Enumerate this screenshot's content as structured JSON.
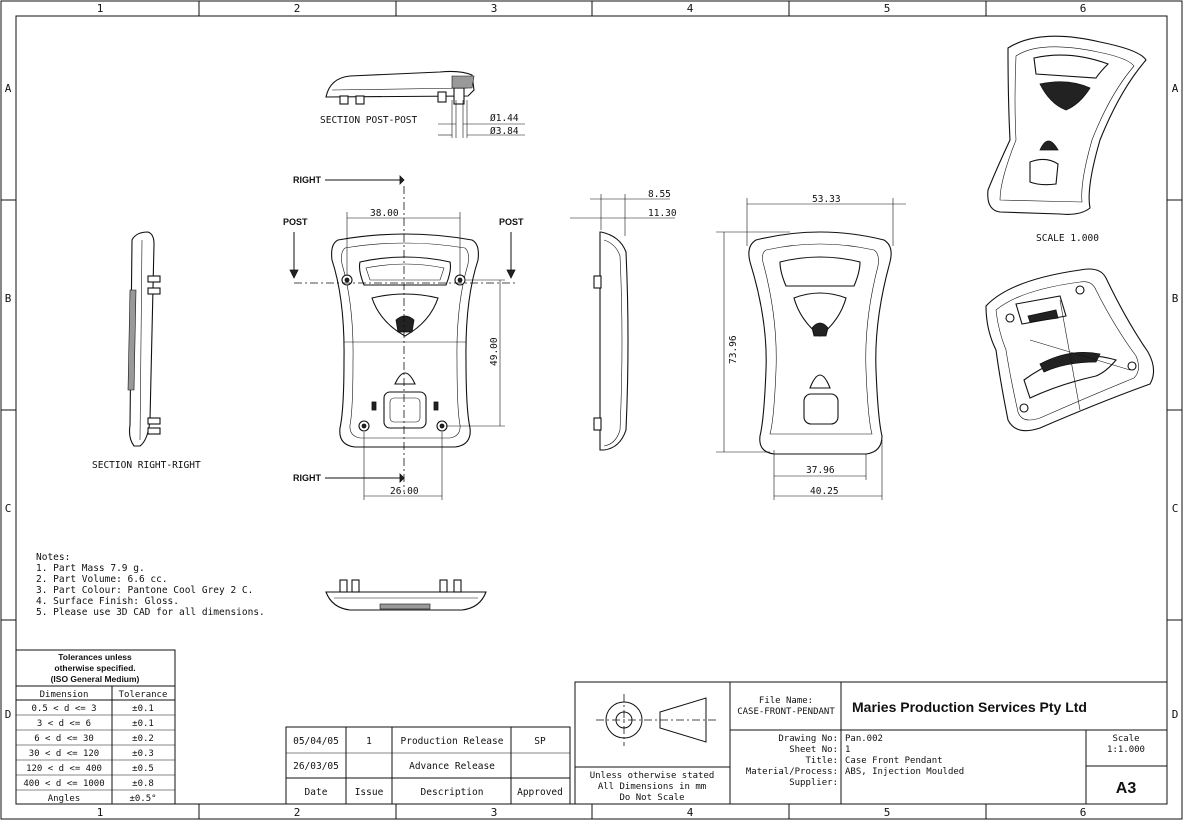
{
  "zones": {
    "cols": [
      "1",
      "2",
      "3",
      "4",
      "5",
      "6"
    ],
    "rows": [
      "A",
      "B",
      "C",
      "D"
    ]
  },
  "views": {
    "section_post": "SECTION  POST-POST",
    "section_right": "SECTION  RIGHT-RIGHT",
    "scale_label": "SCALE  1.000"
  },
  "callouts": {
    "right": "RIGHT",
    "post": "POST"
  },
  "dimensions": {
    "d_hole_small": "Ø1.44",
    "d_hole_large": "Ø3.84",
    "post_span": "38.00",
    "post_height": "49.00",
    "bottom_span": "26.00",
    "side_thk_a": "8.55",
    "side_thk_b": "11.30",
    "width_top": "53.33",
    "height_total": "73.96",
    "width_bottom_a": "37.96",
    "width_bottom_b": "40.25"
  },
  "notes": {
    "heading": "Notes:",
    "items": [
      "1. Part Mass 7.9 g.",
      "2. Part Volume: 6.6 cc.",
      "3. Part Colour: Pantone Cool Grey 2 C.",
      "4. Surface Finish: Gloss.",
      "5. Please use 3D CAD for all dimensions."
    ]
  },
  "tolerances": {
    "title_lines": [
      "Tolerances unless",
      "otherwise specified.",
      "(ISO General Medium)"
    ],
    "col_headers": [
      "Dimension",
      "Tolerance"
    ],
    "rows": [
      [
        "0.5 < d <= 3",
        "±0.1"
      ],
      [
        "3 < d <= 6",
        "±0.1"
      ],
      [
        "6 < d <= 30",
        "±0.2"
      ],
      [
        "30 < d <= 120",
        "±0.3"
      ],
      [
        "120 < d <= 400",
        "±0.5"
      ],
      [
        "400 < d <= 1000",
        "±0.8"
      ],
      [
        "Angles",
        "±0.5°"
      ]
    ]
  },
  "revisions": {
    "rows": [
      [
        "05/04/05",
        "1",
        "Production Release",
        "SP"
      ],
      [
        "26/03/05",
        "",
        "Advance Release",
        ""
      ]
    ],
    "headers": [
      "Date",
      "Issue",
      "Description",
      "Approved"
    ]
  },
  "projection": {
    "lines": [
      "Unless otherwise stated",
      "All Dimensions in mm",
      "Do Not Scale"
    ]
  },
  "title_block": {
    "file_name_label": "File Name:",
    "file_name": "CASE-FRONT-PENDANT",
    "company": "Maries Production Services Pty Ltd",
    "labels": [
      "Drawing No:",
      "Sheet No:",
      "Title:",
      "Material/Process:",
      "Supplier:"
    ],
    "values": [
      "Pan.002",
      "1",
      "Case Front Pendant",
      "ABS, Injection Moulded",
      ""
    ],
    "scale_label": "Scale",
    "scale_value": "1:1.000",
    "sheet_size": "A3"
  }
}
